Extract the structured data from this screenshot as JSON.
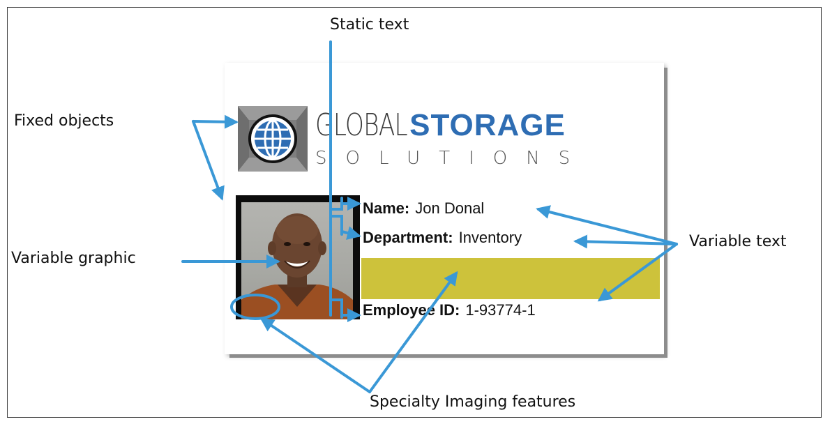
{
  "colors": {
    "arrow": "#3a98d6",
    "stripe": "#cdc23b",
    "logo_blue": "#2e6db3"
  },
  "callouts": {
    "fixed_objects": "Fixed objects",
    "variable_graphic": "Variable graphic",
    "static_text": "Static text",
    "variable_text": "Variable text",
    "specialty_imaging": "Specialty Imaging features"
  },
  "card": {
    "logo": {
      "line1_light": "GLOBAL",
      "line1_bold": "STORAGE",
      "line2": "SOLUTIONS",
      "icon": "globe-icon"
    },
    "fields": {
      "name_label": "Name:",
      "name_value": "Jon  Donal",
      "department_label": "Department:",
      "department_value": "Inventory",
      "employee_id_label": "Employee ID:",
      "employee_id_value": "1-93774-1"
    },
    "photo": "employee-portrait"
  }
}
